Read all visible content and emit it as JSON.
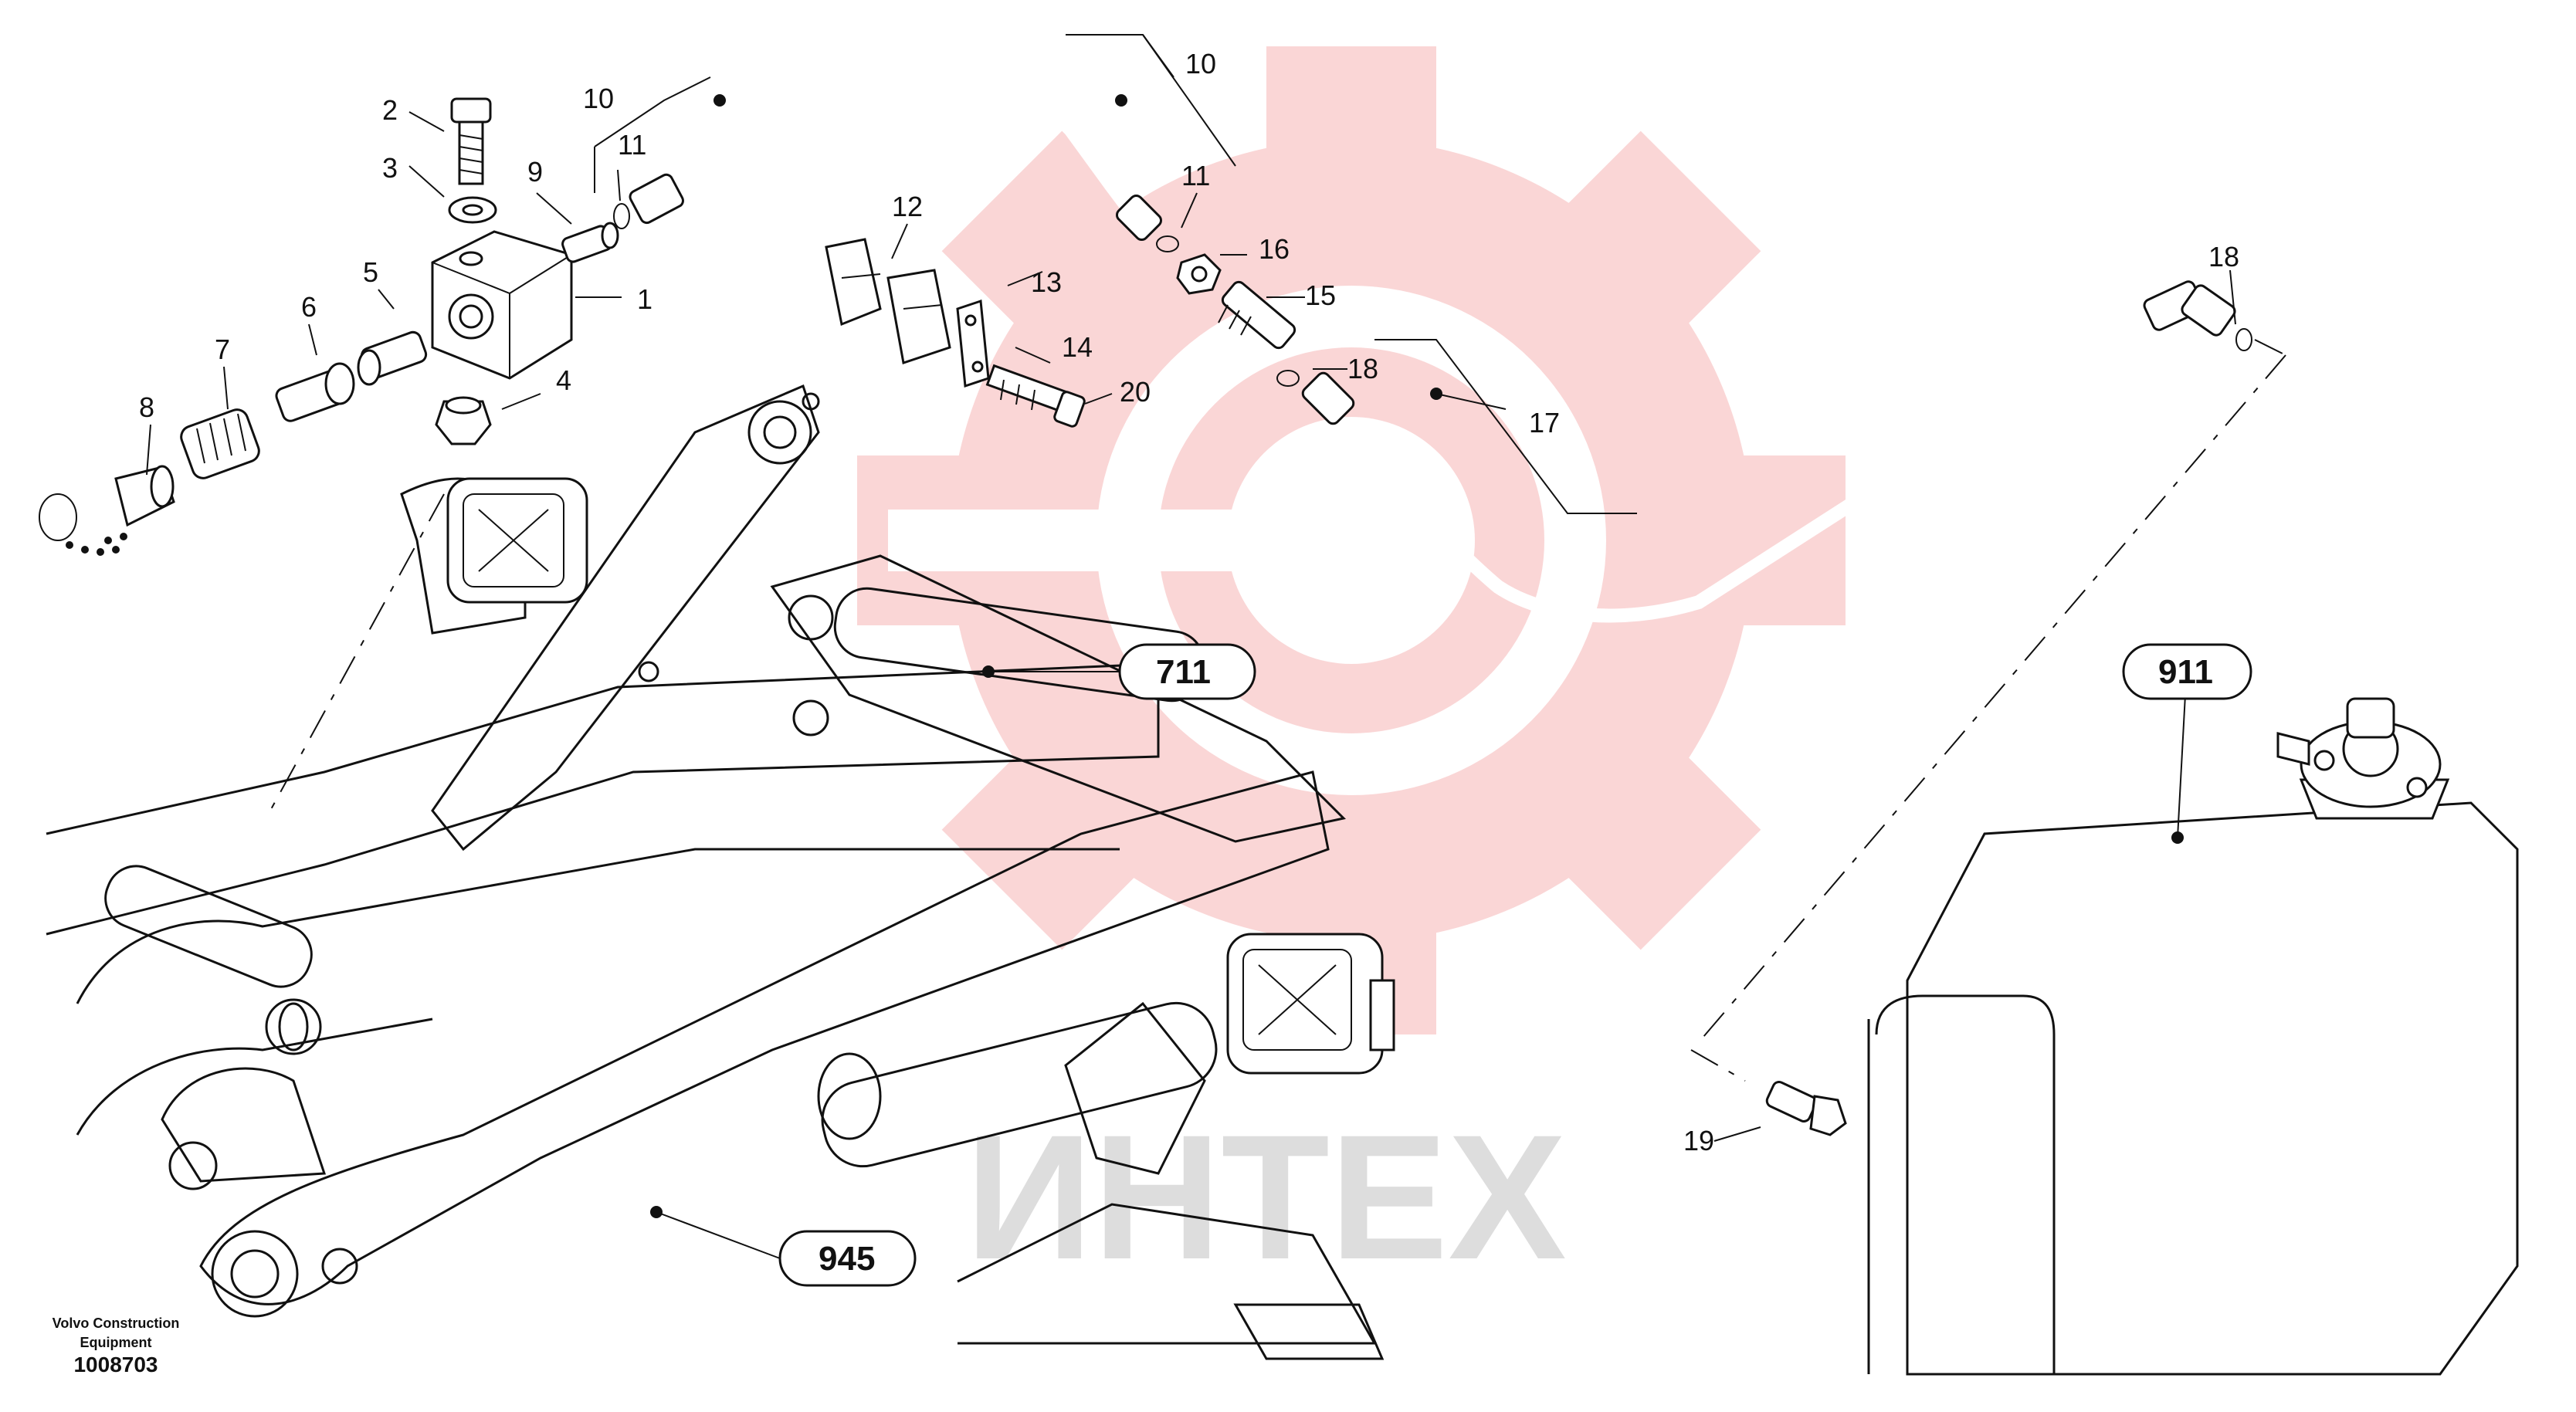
{
  "watermark": {
    "text": "ИНТЕХ",
    "gear_color": "#f28c8c",
    "text_color": "#cfcfcf"
  },
  "callouts": [
    {
      "id": "c1",
      "label": "1"
    },
    {
      "id": "c2",
      "label": "2"
    },
    {
      "id": "c3",
      "label": "3"
    },
    {
      "id": "c4",
      "label": "4"
    },
    {
      "id": "c5",
      "label": "5"
    },
    {
      "id": "c6",
      "label": "6"
    },
    {
      "id": "c7",
      "label": "7"
    },
    {
      "id": "c8",
      "label": "8"
    },
    {
      "id": "c9",
      "label": "9"
    },
    {
      "id": "c10a",
      "label": "10"
    },
    {
      "id": "c10b",
      "label": "10"
    },
    {
      "id": "c11a",
      "label": "11"
    },
    {
      "id": "c11b",
      "label": "11"
    },
    {
      "id": "c12",
      "label": "12"
    },
    {
      "id": "c13",
      "label": "13"
    },
    {
      "id": "c14",
      "label": "14"
    },
    {
      "id": "c15",
      "label": "15"
    },
    {
      "id": "c16",
      "label": "16"
    },
    {
      "id": "c17",
      "label": "17"
    },
    {
      "id": "c18a",
      "label": "18"
    },
    {
      "id": "c18b",
      "label": "18"
    },
    {
      "id": "c19",
      "label": "19"
    },
    {
      "id": "c20",
      "label": "20"
    }
  ],
  "references": [
    {
      "id": "r711",
      "label": "711"
    },
    {
      "id": "r911",
      "label": "911"
    },
    {
      "id": "r945",
      "label": "945"
    }
  ],
  "footer": {
    "company_line1": "Volvo Construction",
    "company_line2": "Equipment",
    "doc_number": "1008703"
  }
}
